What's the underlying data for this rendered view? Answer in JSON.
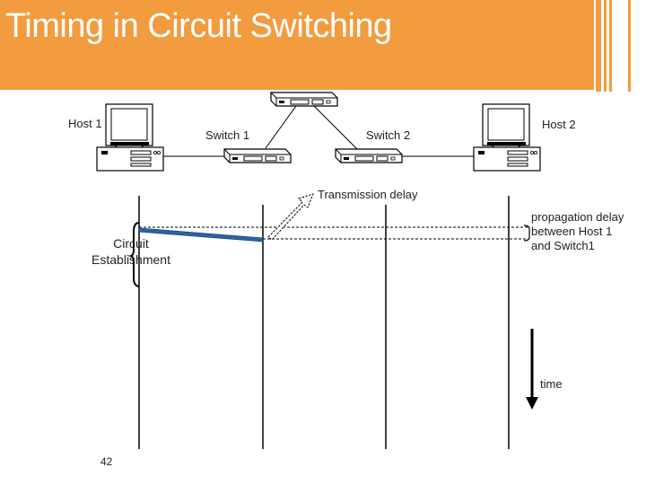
{
  "slide": {
    "title": "Timing in Circuit Switching",
    "page_number": "42"
  },
  "nodes": {
    "host1": "Host 1",
    "switch1": "Switch 1",
    "switch2": "Switch 2",
    "host2": "Host 2"
  },
  "annotations": {
    "transmission_delay": "Transmission delay",
    "propagation_line1": "propagation delay",
    "propagation_line2": "between Host 1",
    "propagation_line3": "and Switch1",
    "circuit_line1": "Circuit",
    "circuit_line2": "Establishment",
    "time": "time"
  },
  "colors": {
    "accent": "#f29b3f",
    "message_line": "#2d64a8",
    "line": "#000000"
  }
}
